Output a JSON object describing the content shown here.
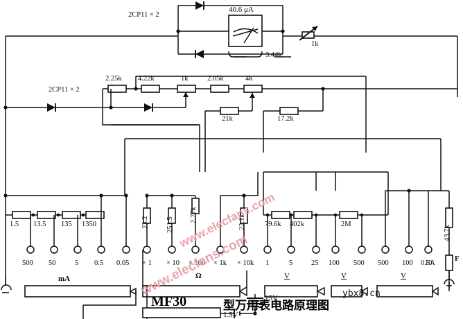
{
  "title": {
    "model": "MF30",
    "chinese": "型万用表电路原理图",
    "url": "ybx8.cn",
    "watermark": "www.elecfans.com"
  },
  "meter": {
    "label": "40.6 μA",
    "shunt_label": "3.44k",
    "pot_label": "1k",
    "diode_pair_label": "2CP11 × 2"
  },
  "protection": {
    "diode_label": "2CP11 × 2"
  },
  "series_resistors": [
    {
      "name": "r-2-25k",
      "value": "2.25k"
    },
    {
      "name": "r-4-22k",
      "value": "4.22k"
    },
    {
      "name": "r-1k",
      "value": "1k"
    },
    {
      "name": "r-2-05k",
      "value": "2.05k"
    },
    {
      "name": "r-4k",
      "value": "4k"
    }
  ],
  "shunt_resistors": [
    {
      "name": "r-21k",
      "value": "21k"
    },
    {
      "name": "r-17-2k",
      "value": "17.2k"
    }
  ],
  "current_shunts": [
    {
      "value": "1.5"
    },
    {
      "value": "13.5"
    },
    {
      "value": "135"
    },
    {
      "value": "1350"
    }
  ],
  "ohm_resistors": [
    {
      "value": "23.2"
    },
    {
      "value": "251.5"
    },
    {
      "value": "2.77k"
    },
    {
      "value": "22.1k"
    }
  ],
  "volt_resistors": [
    {
      "value": "79.6k"
    },
    {
      "value": "402k"
    },
    {
      "value": "2M"
    }
  ],
  "tail_resistor": {
    "value": "43.7k"
  },
  "terminals": {
    "ma": [
      {
        "label": "500"
      },
      {
        "label": "50"
      },
      {
        "label": "5"
      },
      {
        "label": "0.5"
      },
      {
        "label": "0.05"
      }
    ],
    "ohm": [
      {
        "label": "× 1"
      },
      {
        "label": "× 10"
      },
      {
        "label": "× 100"
      },
      {
        "label": "× 1k"
      },
      {
        "label": "× 10k"
      }
    ],
    "volt_low": [
      {
        "label": "1"
      },
      {
        "label": "5"
      },
      {
        "label": "25"
      }
    ],
    "volt_mid": [
      {
        "label": "100"
      },
      {
        "label": "500"
      }
    ],
    "volt_high": [
      {
        "label": "500"
      },
      {
        "label": "100"
      },
      {
        "label": "10"
      }
    ]
  },
  "range_switches": [
    {
      "name": "ma-switch",
      "label": "mA"
    },
    {
      "name": "ohm-switch",
      "label": "Ω"
    },
    {
      "name": "volt-switch-1",
      "label": "V"
    },
    {
      "name": "volt-switch-2",
      "label": "V"
    },
    {
      "name": "volt-switch-3",
      "label": "V"
    }
  ],
  "batteries": [
    {
      "name": "battery-15v",
      "label": "15V"
    },
    {
      "name": "battery-1-5v",
      "label": "1.5V"
    }
  ],
  "fuse": {
    "label": "0.5A",
    "designator": "F"
  }
}
